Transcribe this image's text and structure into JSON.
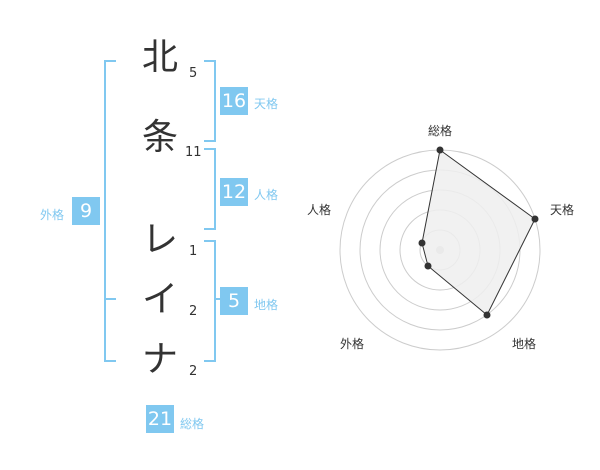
{
  "name": {
    "chars": [
      {
        "char": "北",
        "strokes": "5"
      },
      {
        "char": "条",
        "strokes": "11"
      },
      {
        "char": "レ",
        "strokes": "1"
      },
      {
        "char": "イ",
        "strokes": "2"
      },
      {
        "char": "ナ",
        "strokes": "2"
      }
    ]
  },
  "kaku": {
    "tenkaku": {
      "value": "16",
      "label": "天格"
    },
    "jinkaku": {
      "value": "12",
      "label": "人格"
    },
    "chikaku": {
      "value": "5",
      "label": "地格"
    },
    "gaikaku": {
      "value": "9",
      "label": "外格"
    },
    "soukaku": {
      "value": "21",
      "label": "総格"
    }
  },
  "chart_data": {
    "type": "radar",
    "categories": [
      "総格",
      "天格",
      "地格",
      "外格",
      "人格"
    ],
    "values": [
      5,
      5,
      4,
      1,
      1
    ],
    "rmax": 5,
    "rings": 5,
    "colors": {
      "accent": "#80c8f0",
      "fill": "#f0f0f0",
      "line": "#333333"
    }
  }
}
